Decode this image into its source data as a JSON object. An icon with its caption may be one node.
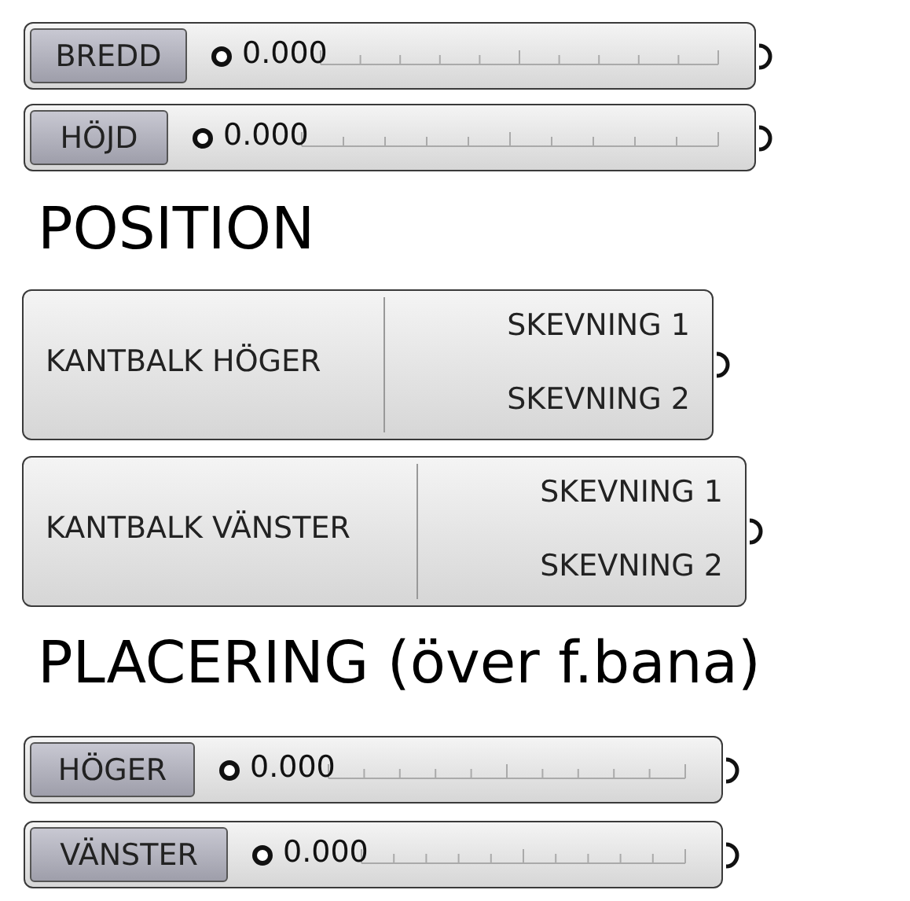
{
  "diagram": {
    "nodes": [
      {
        "text": [
          "BREDD",
          "0.000"
        ]
      },
      {
        "text": [
          "HÖJD",
          "0.000"
        ]
      },
      {
        "text": [
          "KANTBALK HÖGER",
          "SKEVNING 1",
          "SKEVNING 2"
        ]
      },
      {
        "text": [
          "KANTBALK VÄNSTER",
          "SKEVNING 1",
          "SKEVNING 2"
        ]
      },
      {
        "text": [
          "HÖGER",
          "0.000"
        ]
      },
      {
        "text": [
          "VÄNSTER",
          "0.000"
        ]
      }
    ],
    "labels": [
      "POSITION",
      "PLACERING (över f.bana)"
    ]
  }
}
